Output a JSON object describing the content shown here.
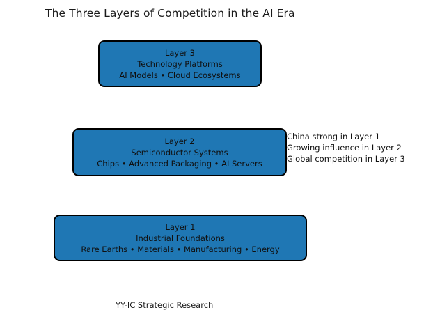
{
  "title": "The Three Layers of Competition in the AI Era",
  "footer": "YY-IC Strategic Research",
  "colors": {
    "box_fill": "#1f77b4",
    "box_border": "#000000",
    "text": "#101010",
    "background": "#ffffff"
  },
  "layers": [
    {
      "id": "layer3",
      "name": "Layer 3",
      "subtitle": "Technology Platforms",
      "detail": "AI Models • Cloud Ecosystems"
    },
    {
      "id": "layer2",
      "name": "Layer 2",
      "subtitle": "Semiconductor Systems",
      "detail": "Chips • Advanced Packaging • AI Servers"
    },
    {
      "id": "layer1",
      "name": "Layer 1",
      "subtitle": "Industrial Foundations",
      "detail": "Rare Earths • Materials • Manufacturing • Energy"
    }
  ],
  "annotation": {
    "line1": "China strong in Layer 1",
    "line2": "Growing influence in Layer 2",
    "line3": "Global competition in Layer 3"
  },
  "chart_data": {
    "type": "diagram",
    "title": "The Three Layers of Competition in the AI Era",
    "categories": [
      "Layer 3",
      "Layer 2",
      "Layer 1"
    ],
    "values": [
      235,
      308,
      364
    ],
    "ylabel": "",
    "xlabel": "",
    "annotations": [
      "China strong in Layer 1",
      "Growing influence in Layer 2",
      "Global competition in Layer 3"
    ]
  }
}
